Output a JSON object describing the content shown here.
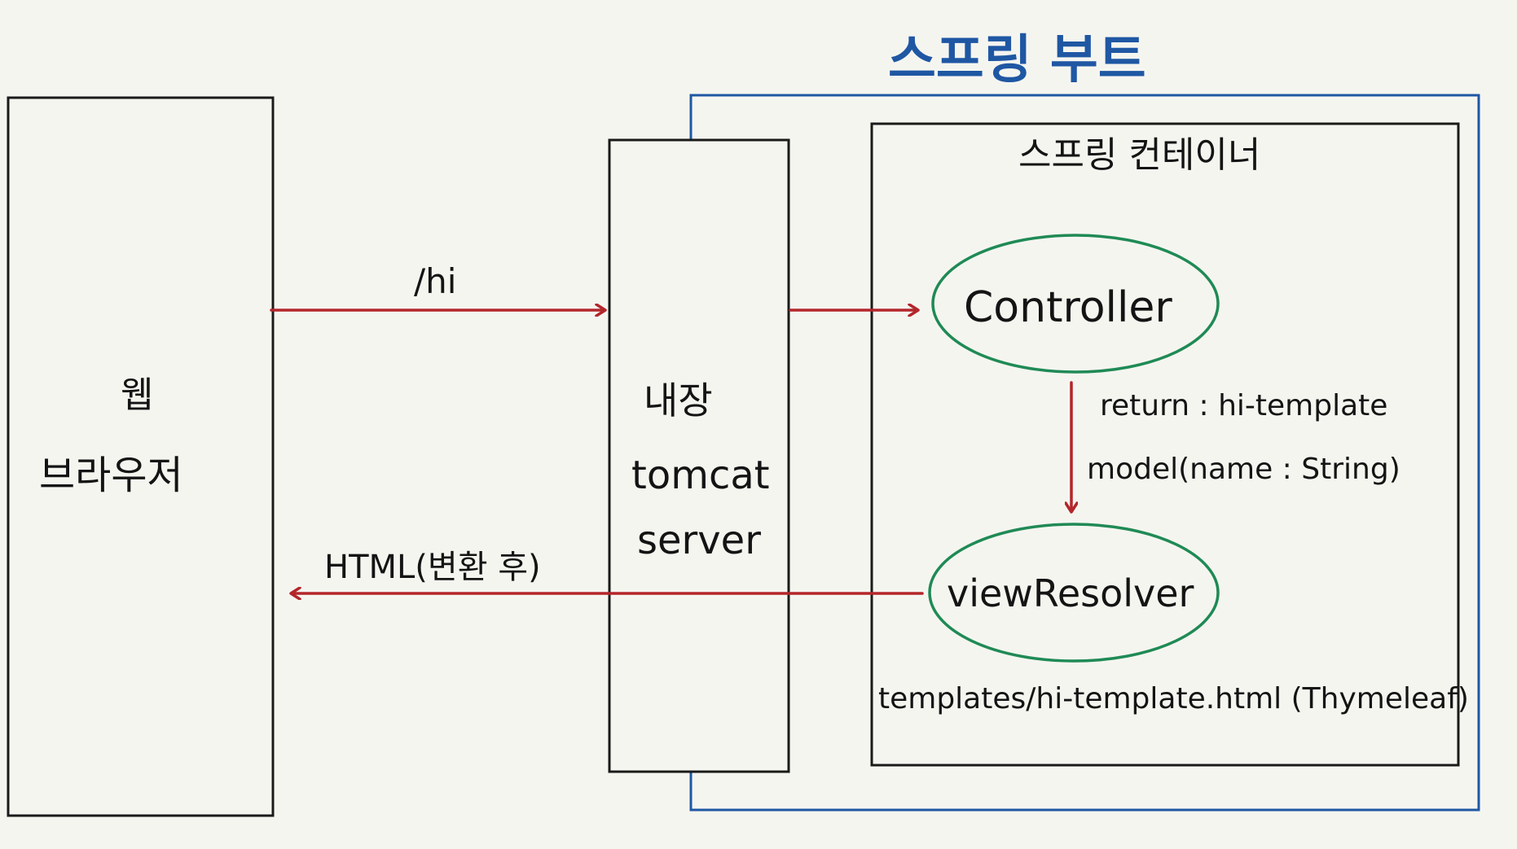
{
  "colors": {
    "background": "#f5f5f0",
    "boot_frame": "#1f57a3",
    "arrow": "#b3262b",
    "ellipse": "#1f8a55",
    "ink": "#141414"
  },
  "title": "스프링 부트",
  "browser": {
    "line1": "웹",
    "line2": "브라우저"
  },
  "tomcat": {
    "line1": "내장",
    "line2": "tomcat",
    "line3": "server"
  },
  "container": {
    "title": "스프링 컨테이너"
  },
  "controller": {
    "label": "Controller"
  },
  "view_resolver": {
    "label": "viewResolver"
  },
  "labels": {
    "request": "/hi",
    "response": "HTML(변환 후)",
    "return_value": "return : hi-template",
    "model": "model(name : String)",
    "template_path": "templates/hi-template.html (Thymeleaf)"
  }
}
